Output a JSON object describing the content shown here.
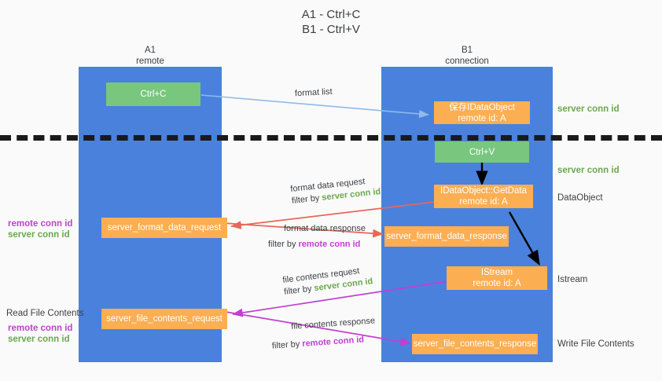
{
  "title": "A1 - Ctrl+C\nB1 - Ctrl+V",
  "columns": [
    {
      "name": "A1",
      "sub": "remote"
    },
    {
      "name": "B1",
      "sub": "connection"
    }
  ],
  "nodes": {
    "ctrl_c": {
      "line1": "Ctrl+C",
      "line2": ""
    },
    "save_dataobject": {
      "line1": "保存IDataObject",
      "line2": "remote id: A"
    },
    "ctrl_v": {
      "line1": "Ctrl+V",
      "line2": ""
    },
    "getdata": {
      "line1": "IDataObject::GetData",
      "line2": "remote id: A"
    },
    "istream": {
      "line1": "IStream",
      "line2": "remote id: A"
    },
    "server_format_data_request": {
      "line1": "server_format_data_request",
      "line2": ""
    },
    "server_format_data_response": {
      "line1": "server_format_data_response",
      "line2": ""
    },
    "server_file_contents_request": {
      "line1": "server_file_contents_request",
      "line2": ""
    },
    "server_file_contents_response": {
      "line1": "server_file_contents_response",
      "line2": ""
    }
  },
  "right_labels": {
    "server_conn_id_top": "server conn id",
    "server_conn_id_mid": "server conn id",
    "dataobject": "DataObject",
    "istream": "Istream",
    "write_file_contents": "Write File Contents"
  },
  "left_labels": {
    "remote_conn_id_1": "remote conn id",
    "server_conn_id_1": "server conn id",
    "read_file_contents": "Read File Contents",
    "remote_conn_id_2": "remote conn id",
    "server_conn_id_2": "server conn id"
  },
  "edges": {
    "format_list": {
      "line1": "format list",
      "filter_prefix": "",
      "filter_value": ""
    },
    "format_data_request": {
      "line1": "format data request",
      "filter_prefix": "filter by ",
      "filter_value": "server conn id"
    },
    "format_data_response": {
      "line1": "format data response",
      "filter_prefix": "filter by ",
      "filter_value": "remote conn id"
    },
    "file_contents_request": {
      "line1": "file contents request",
      "filter_prefix": "filter by ",
      "filter_value": "server conn id"
    },
    "file_contents_response": {
      "line1": "file contents response",
      "filter_prefix": "filter by ",
      "filter_value": "remote conn id"
    }
  },
  "colors": {
    "lane": "#4a81dd",
    "green_node": "#79c67f",
    "orange_node": "#fcae52",
    "green_text": "#6aa84f",
    "purple_text": "#c23fd0",
    "light_blue_arrow": "#8fbbe8",
    "red_arrow": "#e8665a",
    "magenta_arrow": "#c23fd0",
    "black_arrow": "#000000",
    "background": "#fafafa"
  }
}
